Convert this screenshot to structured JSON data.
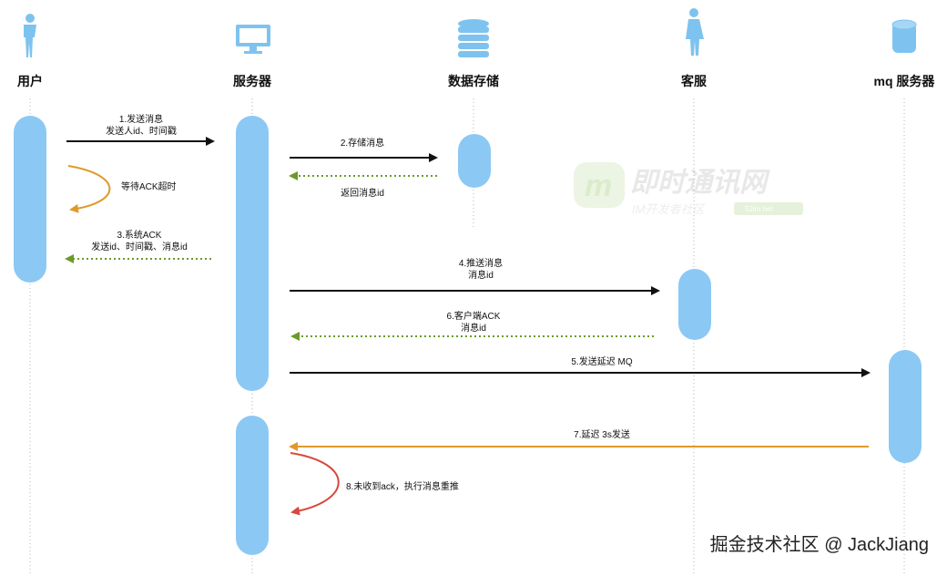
{
  "actors": [
    {
      "label": "用户",
      "icon": "person-icon"
    },
    {
      "label": "服务器",
      "icon": "monitor-icon"
    },
    {
      "label": "数据存储",
      "icon": "database-icon"
    },
    {
      "label": "客服",
      "icon": "woman-icon"
    },
    {
      "label": "mq 服务器",
      "icon": "cylinder-icon"
    }
  ],
  "messages": [
    {
      "lines": [
        "1.发送消息",
        "发送人id、时间戳"
      ],
      "style": "solid",
      "color": "#111111"
    },
    {
      "lines": [
        "等待ACK超时"
      ],
      "style": "self-curve",
      "color": "#e0992a"
    },
    {
      "lines": [
        "3.系统ACK",
        "发送id、时间戳、消息id"
      ],
      "style": "dotted",
      "color": "#6a9a2a"
    },
    {
      "lines": [
        "2.存储消息"
      ],
      "style": "solid",
      "color": "#111111"
    },
    {
      "lines": [
        "返回消息id"
      ],
      "style": "dotted",
      "color": "#6a9a2a"
    },
    {
      "lines": [
        "4.推送消息",
        "消息id"
      ],
      "style": "solid",
      "color": "#111111"
    },
    {
      "lines": [
        "6.客户端ACK",
        "消息id"
      ],
      "style": "dotted",
      "color": "#6a9a2a"
    },
    {
      "lines": [
        "5.发送延迟 MQ"
      ],
      "style": "solid",
      "color": "#111111"
    },
    {
      "lines": [
        "7.延迟 3s发送"
      ],
      "style": "solid",
      "color": "#e0992a"
    },
    {
      "lines": [
        "8.未收到ack，执行消息重推"
      ],
      "style": "self-curve",
      "color": "#d9483b"
    }
  ],
  "watermark": {
    "title": "即时通讯网",
    "subtitle": "IM开发者社区",
    "tag": "52im.net"
  },
  "credit": "掘金技术社区 @ JackJiang",
  "colors": {
    "activation": "#8cc8f4",
    "lifeline": "#b5b5b5",
    "icon": "#7ec3ef"
  }
}
